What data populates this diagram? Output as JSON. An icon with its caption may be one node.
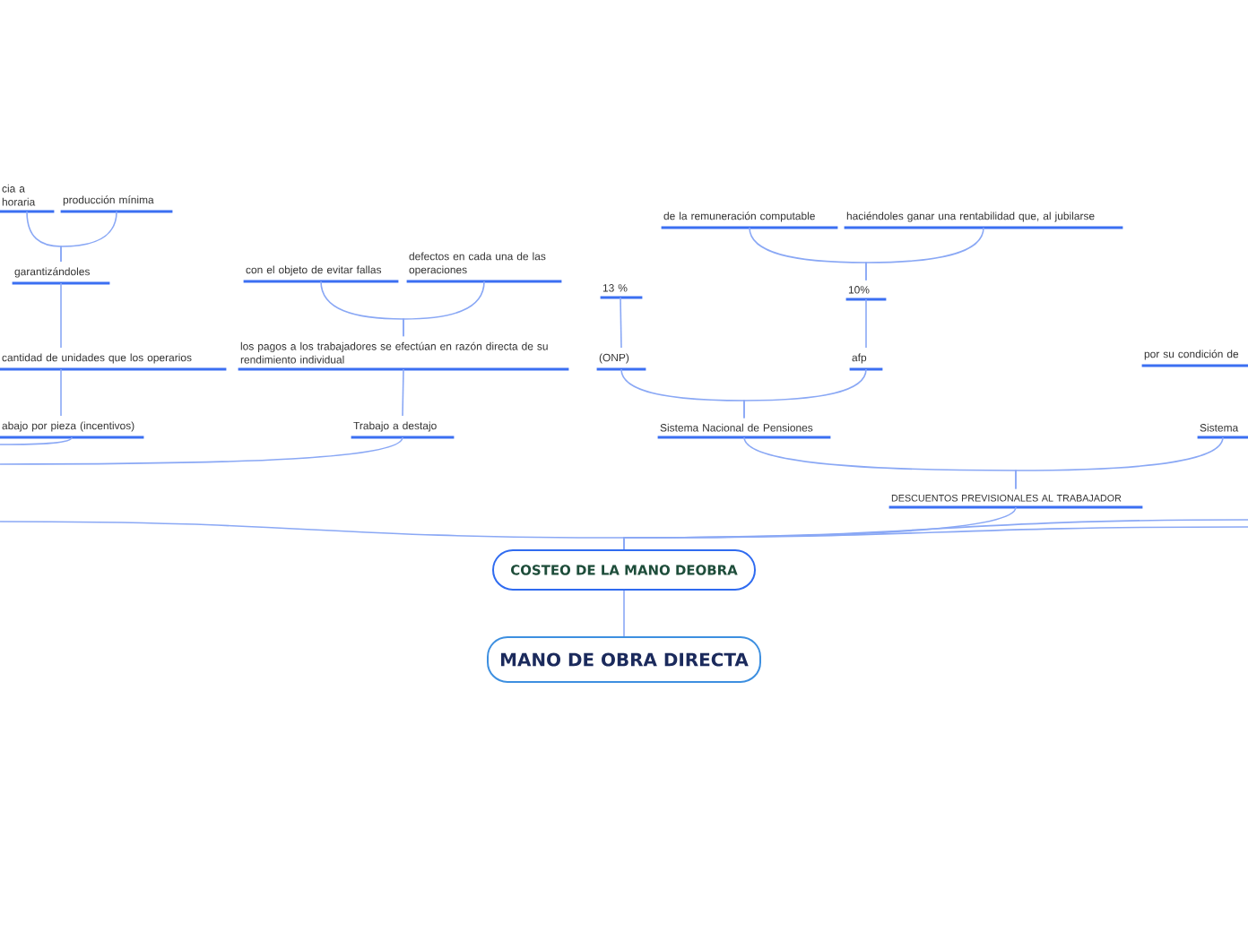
{
  "diagram": {
    "nodes": [
      {
        "text": [
          "COSTEO DE LA MANO DEOBRA"
        ]
      },
      {
        "text": [
          "MANO DE OBRA DIRECTA"
        ]
      },
      {
        "text": [
          "DESCUENTOS PREVISIONALES AL TRABAJADOR"
        ]
      },
      {
        "text": [
          "Sistema Nacional de Pensiones"
        ]
      },
      {
        "text": [
          "Sistema"
        ]
      },
      {
        "text": [
          "(ONP)"
        ]
      },
      {
        "text": [
          "afp"
        ]
      },
      {
        "text": [
          "13 %"
        ]
      },
      {
        "text": [
          "10%"
        ]
      },
      {
        "text": [
          "de la remuneración computable"
        ]
      },
      {
        "text": [
          "haciéndoles ganar una rentabilidad que, al jubilarse"
        ]
      },
      {
        "text": [
          "por su condición de"
        ]
      },
      {
        "text": [
          "Trabajo a destajo"
        ]
      },
      {
        "text": [
          "abajo por pieza (incentivos)"
        ]
      },
      {
        "text": [
          "los pagos a los trabajadores se efectúan en razón directa de su rendimiento individual"
        ]
      },
      {
        "text": [
          "cantidad de unidades que los operarios"
        ]
      },
      {
        "text": [
          "con el objeto de evitar fallas"
        ]
      },
      {
        "text": [
          "defectos en cada una de las operaciones"
        ]
      },
      {
        "text": [
          "garantizándoles"
        ]
      },
      {
        "text": [
          "cia a horaria"
        ]
      },
      {
        "text": [
          "producción mínima"
        ]
      }
    ],
    "edges": [
      {
        "from": 0,
        "to": 1,
        "arrow": "none"
      },
      {
        "from": 0,
        "to": 2,
        "arrow": "none"
      },
      {
        "from": 0,
        "to": null,
        "arrow": "none"
      },
      {
        "from": 0,
        "to": null,
        "arrow": "none"
      },
      {
        "from": 0,
        "to": null,
        "arrow": "none"
      },
      {
        "from": 2,
        "to": 3,
        "arrow": "none"
      },
      {
        "from": 2,
        "to": 4,
        "arrow": "none"
      },
      {
        "from": 3,
        "to": 5,
        "arrow": "none"
      },
      {
        "from": 3,
        "to": 6,
        "arrow": "none"
      },
      {
        "from": 5,
        "to": 7,
        "arrow": "none"
      },
      {
        "from": 6,
        "to": 8,
        "arrow": "none"
      },
      {
        "from": 8,
        "to": 9,
        "arrow": "none"
      },
      {
        "from": 8,
        "to": 10,
        "arrow": "none"
      },
      {
        "from": 12,
        "to": 14,
        "arrow": "none"
      },
      {
        "from": 14,
        "to": 16,
        "arrow": "none"
      },
      {
        "from": 14,
        "to": 17,
        "arrow": "none"
      },
      {
        "from": 13,
        "to": 15,
        "arrow": "none"
      },
      {
        "from": 15,
        "to": 18,
        "arrow": "none"
      },
      {
        "from": 18,
        "to": 19,
        "arrow": "none"
      },
      {
        "from": 18,
        "to": 20,
        "arrow": "none"
      },
      {
        "from": 12,
        "to": null,
        "arrow": "none"
      },
      {
        "from": 13,
        "to": null,
        "arrow": "none"
      }
    ]
  }
}
